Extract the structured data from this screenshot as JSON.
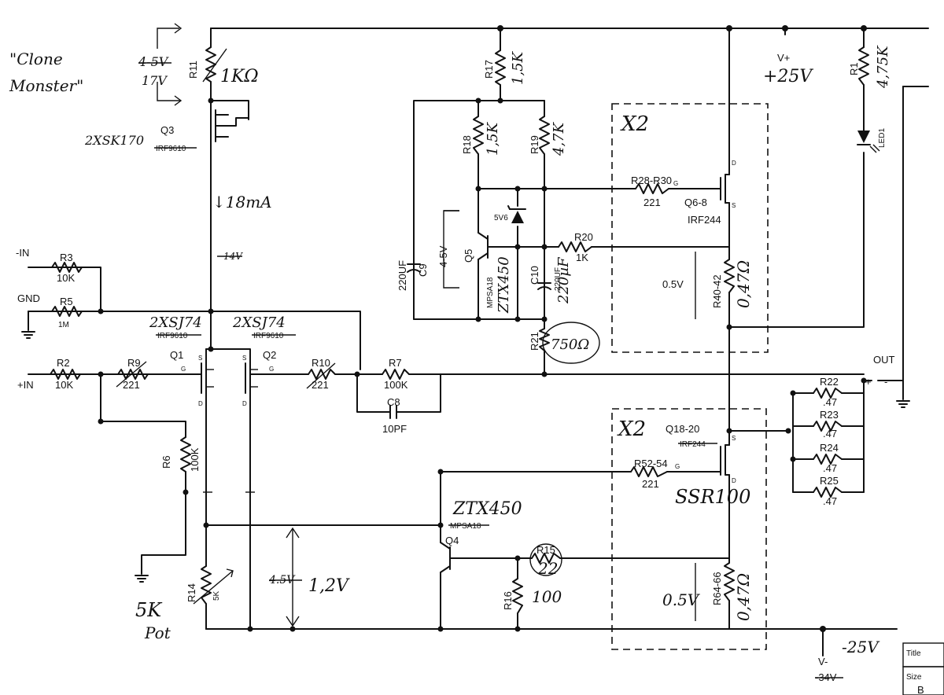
{
  "notes": {
    "clone_line1": "\"Clone",
    "clone_line2": "Monster\"",
    "x2_top": "X2",
    "x2_bottom": "X2",
    "ma18": "↓18mA",
    "pot5k_1": "5K",
    "pot5k_2": "Pot",
    "v12": "1,2V",
    "v12_old": "4.5V",
    "v05_top": "0.5V",
    "v05_bot": "0.5V",
    "v45_q5": "4-5V",
    "v17": "17V",
    "v45_old": "4-5V",
    "zener": "5V6",
    "stray": "14V"
  },
  "rails": {
    "vplus_label": "V+",
    "vplus_value": "+25V",
    "vminus_label": "V-",
    "vminus_value": "-25V",
    "vminus_old": "-34V",
    "out_label": "OUT",
    "out_sign": "+",
    "out_dash": "-"
  },
  "inputs": {
    "minus_in": "-IN",
    "gnd": "GND",
    "plus_in": "+IN"
  },
  "resistors": {
    "r1": {
      "ref": "R1",
      "value": "4,75K"
    },
    "r2": {
      "ref": "R2",
      "value": "10K"
    },
    "r3": {
      "ref": "R3",
      "value": "10K"
    },
    "r5": {
      "ref": "R5",
      "value": "1M"
    },
    "r6": {
      "ref": "R6",
      "value": "100K"
    },
    "r7": {
      "ref": "R7",
      "value": "100K"
    },
    "r9": {
      "ref": "R9",
      "value": "221"
    },
    "r10": {
      "ref": "R10",
      "value": "221"
    },
    "r11": {
      "ref": "R11",
      "value": "1KΩ"
    },
    "r14": {
      "ref": "R14",
      "value": "5K"
    },
    "r15": {
      "ref": "R15",
      "value": "22"
    },
    "r16": {
      "ref": "R16",
      "value": "100"
    },
    "r17": {
      "ref": "R17",
      "value": "1,5K"
    },
    "r18": {
      "ref": "R18",
      "value": "1,5K"
    },
    "r19": {
      "ref": "R19",
      "value": "4,7K"
    },
    "r20": {
      "ref": "R20",
      "value": "1K"
    },
    "r21": {
      "ref": "R21",
      "value": "750Ω"
    },
    "r22": {
      "ref": "R22",
      "value": ".47"
    },
    "r23": {
      "ref": "R23",
      "value": ".47"
    },
    "r24": {
      "ref": "R24",
      "value": ".47"
    },
    "r25": {
      "ref": "R25",
      "value": ".47"
    },
    "r28": {
      "ref": "R28-R30",
      "value": "221"
    },
    "r40": {
      "ref": "R40-42",
      "value": "0,47Ω"
    },
    "r52": {
      "ref": "R52-54",
      "value": "221"
    },
    "r64": {
      "ref": "R64-66",
      "value": "0,47Ω"
    }
  },
  "transistors": {
    "q1": {
      "ref": "Q1",
      "part": "2XSJ74",
      "old": "IRF9610"
    },
    "q2": {
      "ref": "Q2",
      "part": "2XSJ74",
      "old": "IRF9610"
    },
    "q3": {
      "ref": "Q3",
      "part": "2XSK170",
      "old": "IRF9610"
    },
    "q4": {
      "ref": "Q4",
      "part": "ZTX450",
      "old": "MPSA18"
    },
    "q5": {
      "ref": "Q5",
      "part": "ZTX450",
      "old": "MPSA18"
    },
    "q68": {
      "ref": "Q6-8",
      "part": "IRF244"
    },
    "q1820": {
      "ref": "Q18-20",
      "part": "SSR100",
      "old": "IRF244"
    }
  },
  "capacitors": {
    "c8": {
      "ref": "C8",
      "value": "10PF"
    },
    "c9": {
      "ref": "C9",
      "value": "220UF"
    },
    "c10": {
      "ref": "C10",
      "value": "220UF"
    },
    "c10_new": "220µF"
  },
  "led": {
    "ref": "LED1"
  },
  "title_block": {
    "title": "Title",
    "size": "Size",
    "size_value": "B"
  }
}
